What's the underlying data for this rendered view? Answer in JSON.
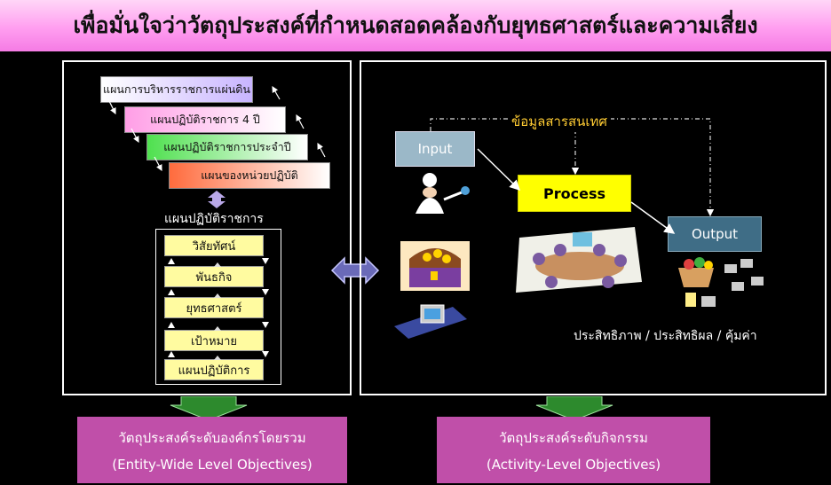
{
  "title": "เพื่อมั่นใจว่าวัตถุประสงค์ที่กำหนดสอดคล้องกับยุทธศาสตร์และความเสี่ยง",
  "left_panel": {
    "plans": [
      "แผนการบริหารราชการแผ่นดิน",
      "แผนปฏิบัติราชการ 4 ปี",
      "แผนปฏิบัติราชการประจำปี",
      "แผนของหน่วยปฏิบัติ"
    ],
    "plans_caption": "แผนปฏิบัติราชการ",
    "hierarchy": [
      "วิสัยทัศน์",
      "พันธกิจ",
      "ยุทธศาสตร์",
      "เป้าหมาย",
      "แผนปฏิบัติการ"
    ]
  },
  "right_panel": {
    "info_label": "ข้อมูลสารสนเทศ",
    "input_label": "Input",
    "process_label": "Process",
    "output_label": "Output",
    "metrics": "ประสิทธิภาพ / ประสิทธิผล / คุ้มค่า"
  },
  "objectives": {
    "entity": {
      "thai": "วัตถุประสงค์ระดับองค์กรโดยรวม",
      "english": "(Entity-Wide Level Objectives)"
    },
    "activity": {
      "thai": "วัตถุประสงค์ระดับกิจกรรม",
      "english": "(Activity-Level Objectives)"
    }
  },
  "colors": {
    "title_bg": "#ff9ef0",
    "objective_bg": "#c04fa9",
    "process_bg": "#ffff00",
    "input_bg": "#9bb8c8",
    "output_bg": "#3f6d86"
  }
}
